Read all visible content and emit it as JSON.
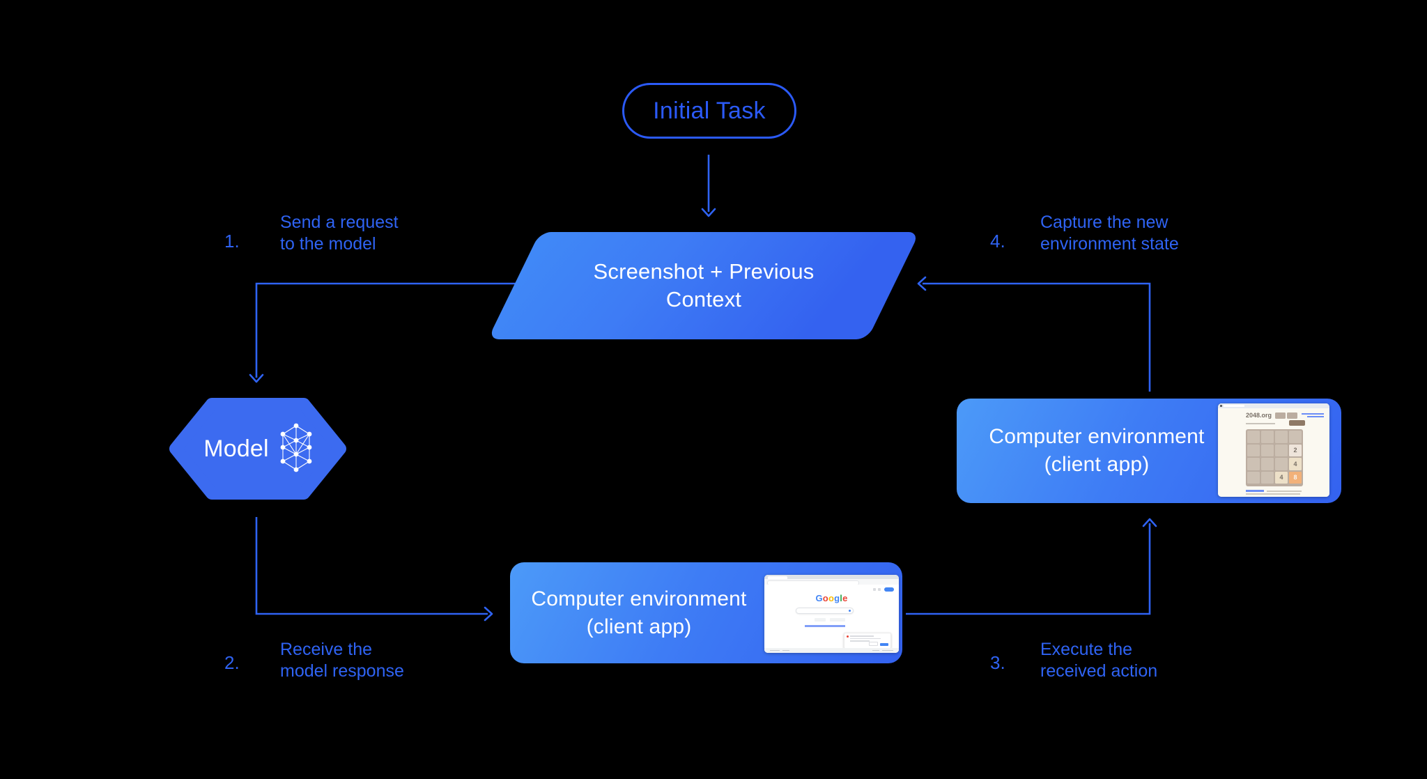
{
  "diagram": {
    "initial_task": "Initial Task",
    "screenshot_node": "Screenshot + Previous\nContext",
    "model_node": "Model",
    "env_bottom": "Computer environment\n(client app)",
    "env_right": "Computer environment\n(client app)",
    "steps": [
      {
        "num": "1.",
        "text": "Send a request\nto the model"
      },
      {
        "num": "2.",
        "text": "Receive the\nmodel response"
      },
      {
        "num": "3.",
        "text": "Execute the\nreceived action"
      },
      {
        "num": "4.",
        "text": "Capture the new\nenvironment state"
      }
    ]
  },
  "colors": {
    "background": "#000000",
    "accent_blue": "#2F63F3",
    "pill_blue": "#2B5AF7",
    "para_light": "#4089F7",
    "shape_light": "#4C9AF8",
    "shape_mid": "#3E7CF5",
    "shape_deep": "#3462F0",
    "hexagon_fill": "#3C6BF0",
    "board_bg": "#BBADA0",
    "cell_bg": "#CDC1B4",
    "game_button": "#8F7A66",
    "game_text": "#776E65",
    "google_blue": "#4285F4",
    "link_blue": "#6B8DF7"
  },
  "google_mini": {
    "logo": [
      {
        "ch": "G",
        "color": "#4285F4"
      },
      {
        "ch": "o",
        "color": "#EA4335"
      },
      {
        "ch": "o",
        "color": "#FBBC05"
      },
      {
        "ch": "g",
        "color": "#4285F4"
      },
      {
        "ch": "l",
        "color": "#34A853"
      },
      {
        "ch": "e",
        "color": "#EA4335"
      }
    ]
  },
  "game_mini": {
    "site": "2048.org",
    "grid_size": 4,
    "tiles": [
      {
        "row": 1,
        "col": 3,
        "value": "2",
        "bg": "#EEE4DA",
        "fg": "#776E65"
      },
      {
        "row": 2,
        "col": 3,
        "value": "4",
        "bg": "#EDE0C8",
        "fg": "#776E65"
      },
      {
        "row": 3,
        "col": 2,
        "value": "4",
        "bg": "#EDE0C8",
        "fg": "#776E65"
      },
      {
        "row": 3,
        "col": 3,
        "value": "8",
        "bg": "#F2B179",
        "fg": "#F9F6F2"
      }
    ]
  }
}
